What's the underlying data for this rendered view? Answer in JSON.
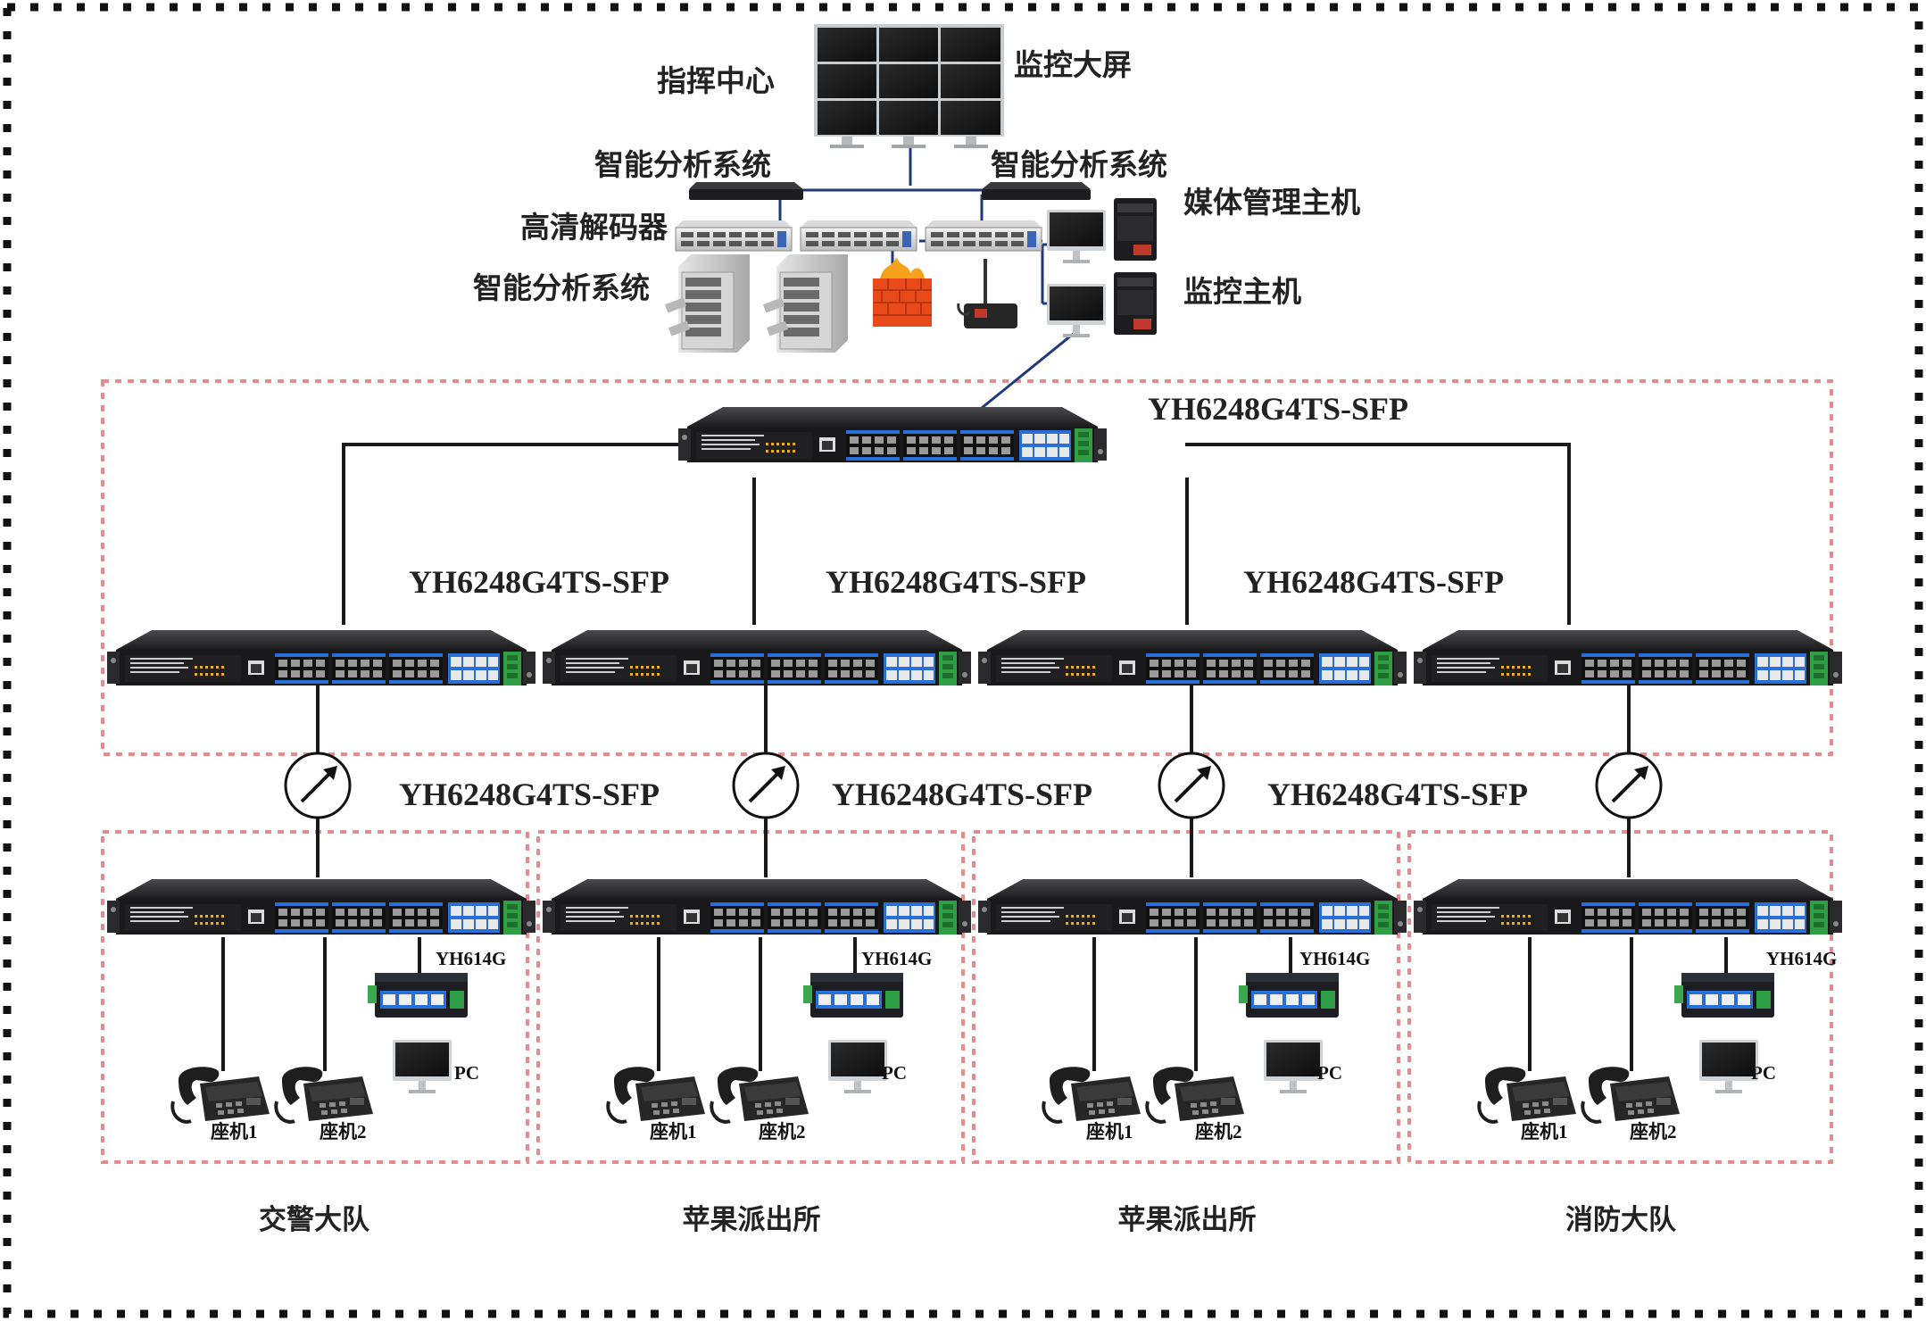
{
  "top": {
    "command_center": "指挥中心",
    "video_wall": "监控大屏",
    "analysis_left": "智能分析系统",
    "analysis_right": "智能分析系统",
    "media_host": "媒体管理主机",
    "hd_decoder": "高清解码器",
    "analysis_storage": "智能分析系统",
    "monitor_host": "监控主机"
  },
  "core_switch": {
    "model": "YH6248G4TS-SFP"
  },
  "aggregation_labels": [
    "YH6248G4TS-SFP",
    "YH6248G4TS-SFP",
    "YH6248G4TS-SFP"
  ],
  "access_labels": [
    "YH6248G4TS-SFP",
    "YH6248G4TS-SFP",
    "YH6248G4TS-SFP"
  ],
  "sites": [
    {
      "name": "交警大队",
      "small_switch": "YH614G",
      "pc": "PC",
      "phone1": "座机1",
      "phone2": "座机2"
    },
    {
      "name": "苹果派出所",
      "small_switch": "YH614G",
      "pc": "PC",
      "phone1": "座机1",
      "phone2": "座机2"
    },
    {
      "name": "苹果派出所",
      "small_switch": "YH614G",
      "pc": "PC",
      "phone1": "座机1",
      "phone2": "座机2"
    },
    {
      "name": "消防大队",
      "small_switch": "YH614G",
      "pc": "PC",
      "phone1": "座机1",
      "phone2": "座机2"
    }
  ],
  "colors": {
    "border_dots": "#111111",
    "dashed_boxes": "#e58b8b",
    "link_blue": "#1f3a7a",
    "link_black": "#1a1a1a",
    "switch_body": "#1b1b1d",
    "sfp_blue": "#2a6fd6",
    "terminal_green": "#2f9e44",
    "firewall": "#e84a1c"
  }
}
